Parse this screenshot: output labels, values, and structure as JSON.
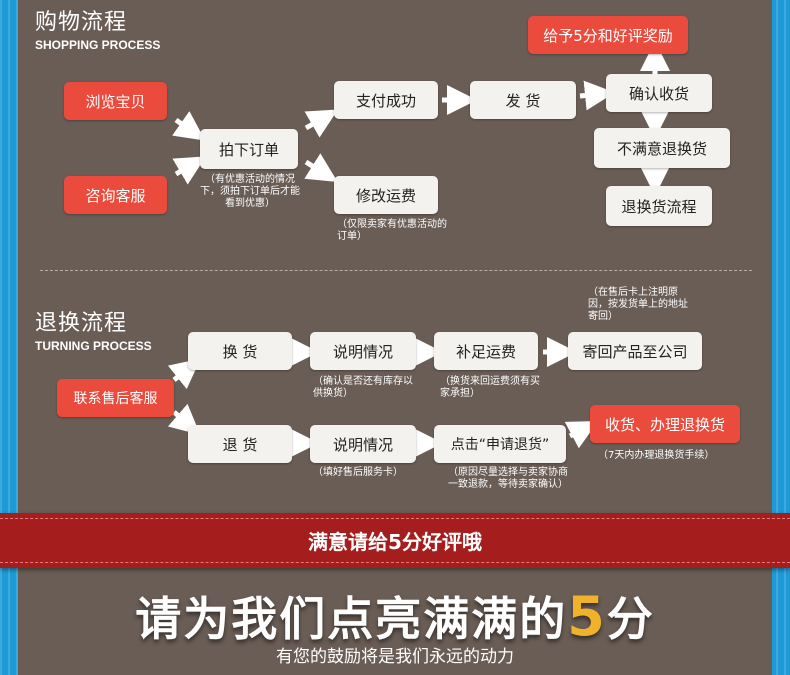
{
  "shopping": {
    "title_cn": "购物流程",
    "title_en": "SHOPPING PROCESS",
    "browse": "浏览宝贝",
    "consult": "咨询客服",
    "order": "拍下订单",
    "order_note": "（有优惠活动的情况下，须拍下订单后才能看到优惠）",
    "pay_success": "支付成功",
    "ship": "发 货",
    "modify_freight": "修改运费",
    "modify_note": "（仅限卖家有优惠活动的订单）",
    "reward": "给予5分和好评奖励",
    "confirm": "确认收货",
    "unsatisfied": "不满意退换货",
    "return_flow": "退换货流程"
  },
  "returns": {
    "title_cn": "退换流程",
    "title_en": "TURNING PROCESS",
    "contact": "联系售后客服",
    "exchange": "换 货",
    "refund": "退 货",
    "explain1": "说明情况",
    "explain1_note": "（确认是否还有库存以供换货）",
    "explain2": "说明情况",
    "explain2_note": "（填好售后服务卡）",
    "add_freight": "补足运费",
    "add_note": "（换货来回运费须有买家承担）",
    "apply": "点击“申请退货”",
    "apply_note": "（原因尽量选择与卖家协商一致退款，等待卖家确认）",
    "send_back": "寄回产品至公司",
    "send_note": "（在售后卡上注明原因，按发货单上的地址寄回）",
    "receive": "收货、办理退换货",
    "receive_note": "（7天内办理退换货手续）"
  },
  "banner": "满意请给5分好评哦",
  "headline_pre": "请为我们点亮满满的",
  "headline_num": "5",
  "headline_post": "分",
  "subline": "有您的鼓励将是我们永远的动力"
}
